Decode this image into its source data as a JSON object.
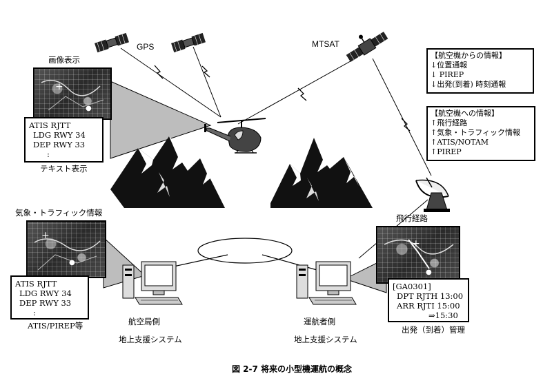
{
  "labels": {
    "gps": "GPS",
    "mtsat": "MTSAT",
    "image_display": "画像表示",
    "text_display": "テキスト表示",
    "weather_traffic": "気象・トラフィック情報",
    "atis_pirep": "ATIS/PIREP等",
    "flight_route": "飛行経路",
    "aviation_side": "航空局側",
    "aviation_support": "地上支援システム",
    "operator_side": "運航者側",
    "operator_support": "地上支援システム",
    "departure_arrival_mgmt": "出発（到着）管理"
  },
  "from_aircraft": {
    "title": "【航空機からの情報】",
    "items": [
      "↓位置通報",
      "↓ PIREP",
      "↓出発(到着) 時刻通報"
    ]
  },
  "to_aircraft": {
    "title": "【航空機への情報】",
    "items": [
      "↑飛行経路",
      "↑気象・トラフィック情報",
      "↑ATIS/NOTAM",
      "↑PIREP"
    ]
  },
  "heli_text": {
    "lines": [
      "ATIS RJTT",
      "LDG RWY 34",
      "DEP RWY 33",
      ":"
    ]
  },
  "ground_text": {
    "lines": [
      "ATIS RJTT",
      "LDG RWY 34",
      "DEP RWY 33",
      ":"
    ]
  },
  "flight_plan": {
    "lines": [
      "[GA0301]",
      "DPT RJTH 13:00",
      "ARR RJTI 15:00",
      "⇒15:30"
    ]
  },
  "caption": "図 2-7 将来の小型機運航の概念"
}
